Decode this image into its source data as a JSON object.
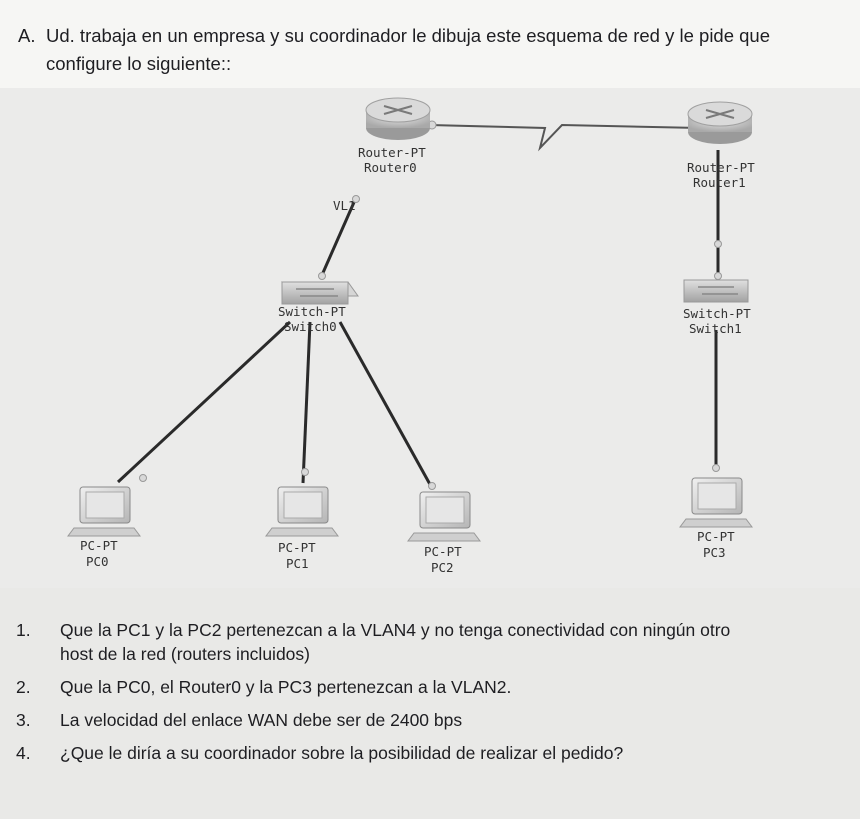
{
  "header": {
    "letter": "A.",
    "line1": "Ud. trabaja en un empresa y su coordinador le dibuja este esquema de red y le pide que",
    "line2": "configure lo siguiente::"
  },
  "diagram": {
    "devices": [
      {
        "id": "router0",
        "type_label": "Router-PT",
        "name_label": "Router0"
      },
      {
        "id": "router1",
        "type_label": "Router-PT",
        "name_label": "Router1"
      },
      {
        "id": "switch0",
        "type_label": "Switch-PT",
        "name_label": "Switch0"
      },
      {
        "id": "switch1",
        "type_label": "Switch-PT",
        "name_label": "Switch1"
      },
      {
        "id": "pc0",
        "type_label": "PC-PT",
        "name_label": "PC0"
      },
      {
        "id": "pc1",
        "type_label": "PC-PT",
        "name_label": "PC1"
      },
      {
        "id": "pc2",
        "type_label": "PC-PT",
        "name_label": "PC2"
      },
      {
        "id": "pc3",
        "type_label": "PC-PT",
        "name_label": "PC3"
      }
    ],
    "link_label": "VL1"
  },
  "questions": [
    {
      "num": "1.",
      "line1": "Que la PC1 y la PC2 pertenezcan a la VLAN4 y no tenga conectividad con ningún otro",
      "line2": "host de la red (routers incluidos)"
    },
    {
      "num": "2.",
      "line1": "Que la PC0, el Router0 y la PC3 pertenezcan a la VLAN2.",
      "line2": ""
    },
    {
      "num": "3.",
      "line1": "La velocidad del enlace WAN debe ser de 2400 bps",
      "line2": ""
    },
    {
      "num": "4.",
      "line1": "¿Que le diría a su coordinador sobre la posibilidad de realizar el pedido?",
      "line2": ""
    }
  ],
  "colors": {
    "cable": "#2a2a2a",
    "device": "#c9c9c9",
    "link_dot": "#8bbf3f"
  }
}
